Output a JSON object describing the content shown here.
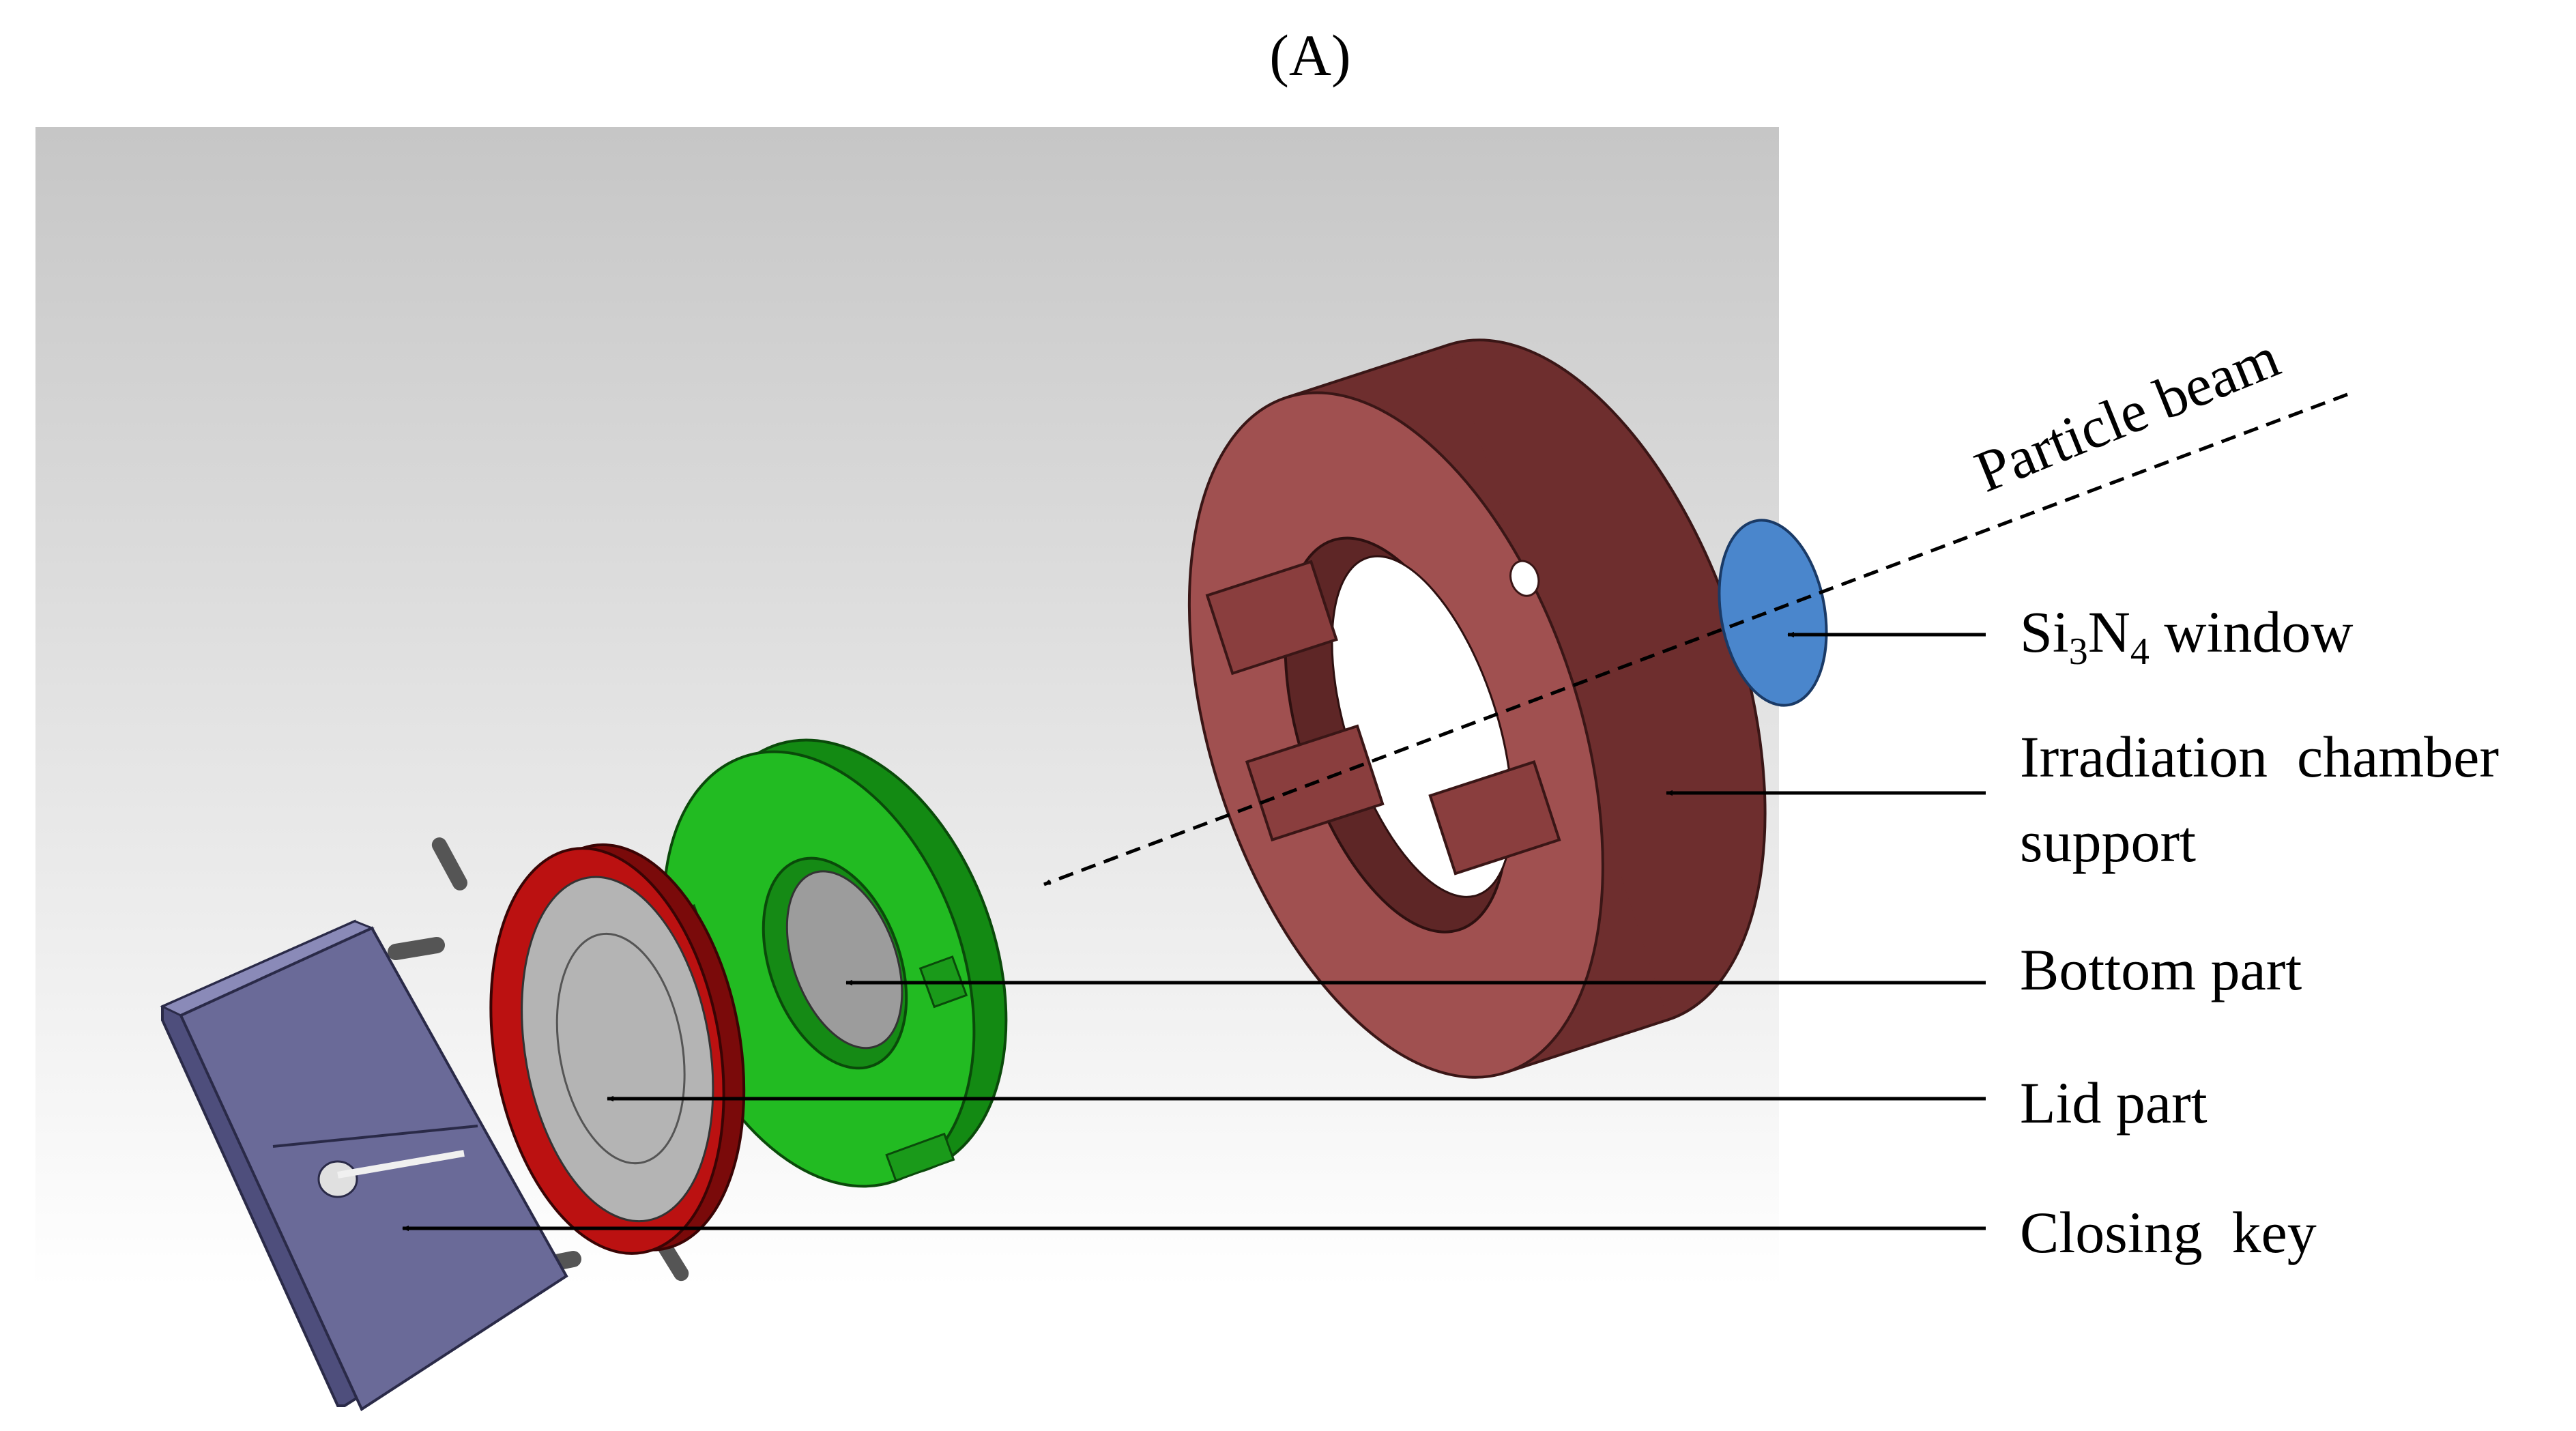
{
  "figure": {
    "panel_label": "(A)"
  },
  "labels": {
    "beam": "Particle beam",
    "window_pre": "Si",
    "window_sub1": "3",
    "window_mid": "N",
    "window_sub2": "4",
    "window_post": " window",
    "chamber_line1": "Irradiation  chamber",
    "chamber_line2": "support",
    "bottom": "Bottom part",
    "lid": "Lid part",
    "key": "Closing  key"
  },
  "colors": {
    "chamber": "#a05050",
    "window": "#4a86cc",
    "bottom_part": "#22bb22",
    "lid_ring": "#bb1111",
    "closing_key": "#6a6a98",
    "background_top": "#c6c6c6",
    "background_bottom": "#ffffff"
  }
}
